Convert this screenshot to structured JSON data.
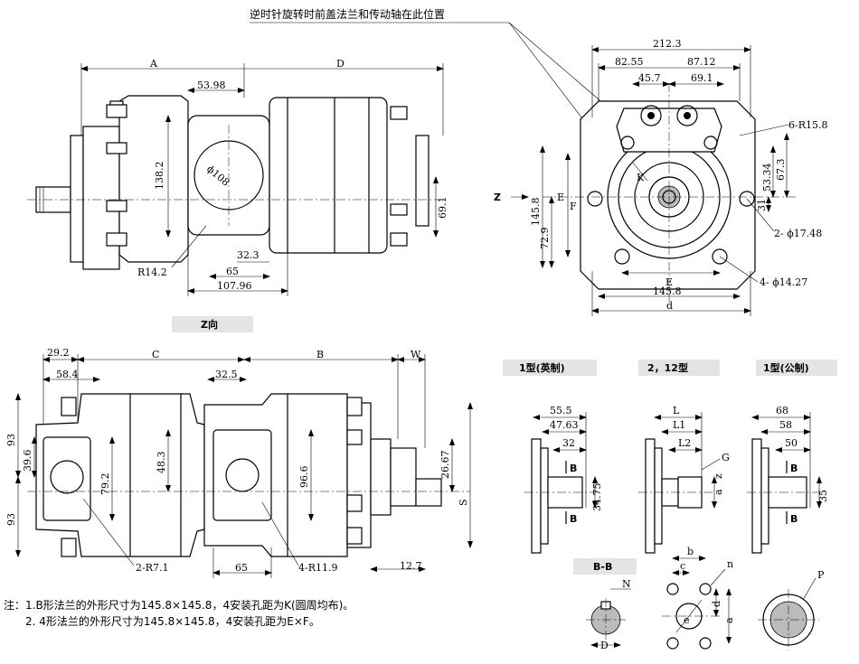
{
  "top_label": "逆时针旋转时前盖法兰和传动轴在此位置",
  "z_view_label": "Z向",
  "z_arrow_label": "Z",
  "section_label": "B-B",
  "view1": {
    "dims": [
      "A",
      "D",
      "53.98",
      "138.2",
      "ϕ108",
      "69.1",
      "32.3",
      "65",
      "107.96",
      "R14.2"
    ]
  },
  "view2": {
    "dims": [
      "212.3",
      "82.55",
      "87.12",
      "45.7",
      "69.1",
      "6-R15.8",
      "145.8",
      "72.9",
      "E",
      "F",
      "53.34",
      "67.3",
      "31",
      "2- ϕ17.48",
      "4- ϕ14.27",
      "E",
      "145.8",
      "d",
      "K"
    ]
  },
  "view3": {
    "dims": [
      "29.2",
      "C",
      "B",
      "W",
      "58.4",
      "32.5",
      "93",
      "39.6",
      "93",
      "79.2",
      "48.3",
      "96.6",
      "26.67",
      "S",
      "2-R7.1",
      "4-R11.9",
      "65",
      "12.7"
    ]
  },
  "types": [
    {
      "label": "1型(英制)",
      "dims": [
        "55.5",
        "47.63",
        "32",
        "34.75",
        "B",
        "B"
      ]
    },
    {
      "label": "2，12型",
      "dims": [
        "L",
        "L1",
        "L2",
        "G",
        "z",
        "a"
      ]
    },
    {
      "label": "1型(公制)",
      "dims": [
        "68",
        "58",
        "50",
        "35",
        "B",
        "B"
      ]
    }
  ],
  "detail": {
    "dims": [
      "N",
      "D",
      "b",
      "c",
      "n",
      "d",
      "a",
      "e",
      "P"
    ]
  },
  "notes": [
    "注：1.B形法兰的外形尺寸为145.8×145.8，4安装孔距为K(圆周均布)。",
    "2. 4形法兰的外形尺寸为145.8×145.8，4安装孔距为E×F。"
  ]
}
